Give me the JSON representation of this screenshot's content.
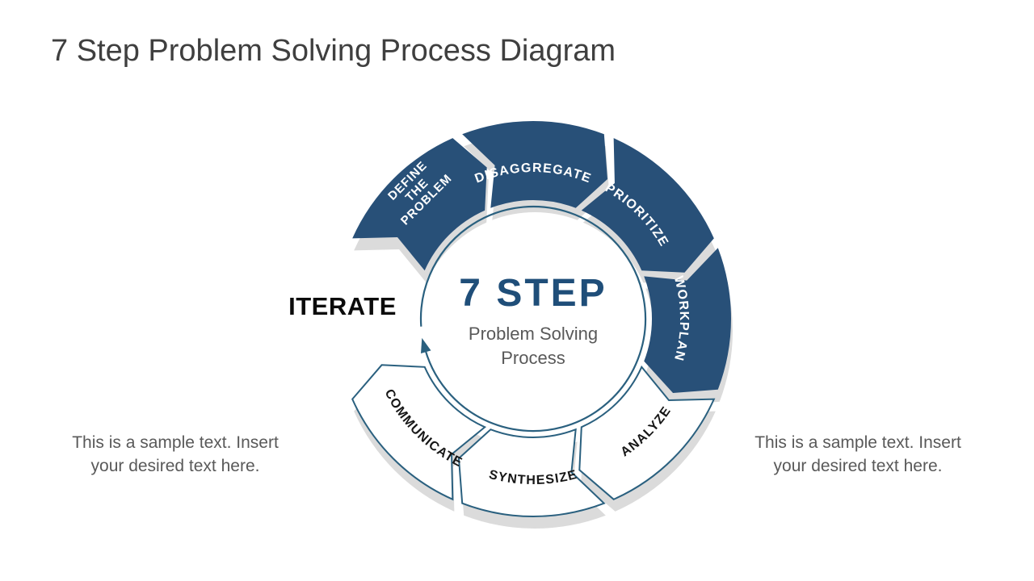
{
  "slide": {
    "title": "7 Step Problem Solving Process Diagram",
    "iterate_label": "ITERATE",
    "center": {
      "heading": "7 STEP",
      "sub1": "Problem Solving",
      "sub2": "Process"
    },
    "left_note": "This is a sample text. Insert your desired text here.",
    "right_note": "This is a sample text. Insert your desired text here."
  },
  "diagram": {
    "steps": [
      {
        "label": "DEFINE THE PROBLEM",
        "lines": [
          "DEFINE",
          "THE",
          "PROBLEM"
        ],
        "emphasized": true
      },
      {
        "label": "DISAGGREGATE",
        "emphasized": true
      },
      {
        "label": "PRIORITIZE",
        "emphasized": true
      },
      {
        "label": "WORKPLAN",
        "emphasized": true
      },
      {
        "label": "ANALYZE",
        "emphasized": false
      },
      {
        "label": "SYNTHESIZE",
        "emphasized": false
      },
      {
        "label": "COMMUNICATE",
        "emphasized": false
      }
    ],
    "arrow_name": "iterate-arrow"
  },
  "colors": {
    "step_fill_dark": "#285078",
    "step_fill_light": "#ffffff",
    "step_stroke": "#2A607F",
    "ring_stroke": "#2A607F",
    "shadow": "#DBDBDB",
    "label_on_dark": "#ffffff",
    "label_on_light": "#161616",
    "center_heading": "#1F4E79",
    "muted_text": "#595959",
    "title_text": "#3f3f3f"
  }
}
